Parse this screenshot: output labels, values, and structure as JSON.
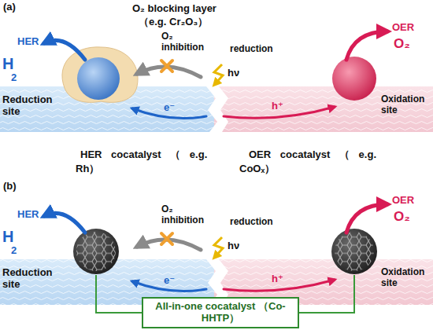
{
  "diagram": {
    "nodes": [
      {
        "text": [
          "All-in-one cocatalyst （Co-HHTP）"
        ]
      }
    ],
    "labels": [
      "(a)",
      "O₂ blocking layer",
      "（e.g. Cr₂O₃）",
      "HER",
      "H",
      "2",
      "O₂ inhibition",
      "reduction",
      "OER",
      "O₂",
      "hν",
      "e⁻",
      "h⁺",
      "Reduction site",
      "Oxidation site",
      "HER cocatalyst （ e.g.",
      "Rh）",
      "OER cocatalyst （ e.g.",
      "CoOₓ）",
      "(b)",
      "HER",
      "H",
      "2",
      "O₂ inhibition",
      "reduction",
      "OER",
      "O₂",
      "hν",
      "e⁻",
      "h⁺",
      "Reduction site",
      "Oxidation site"
    ]
  }
}
